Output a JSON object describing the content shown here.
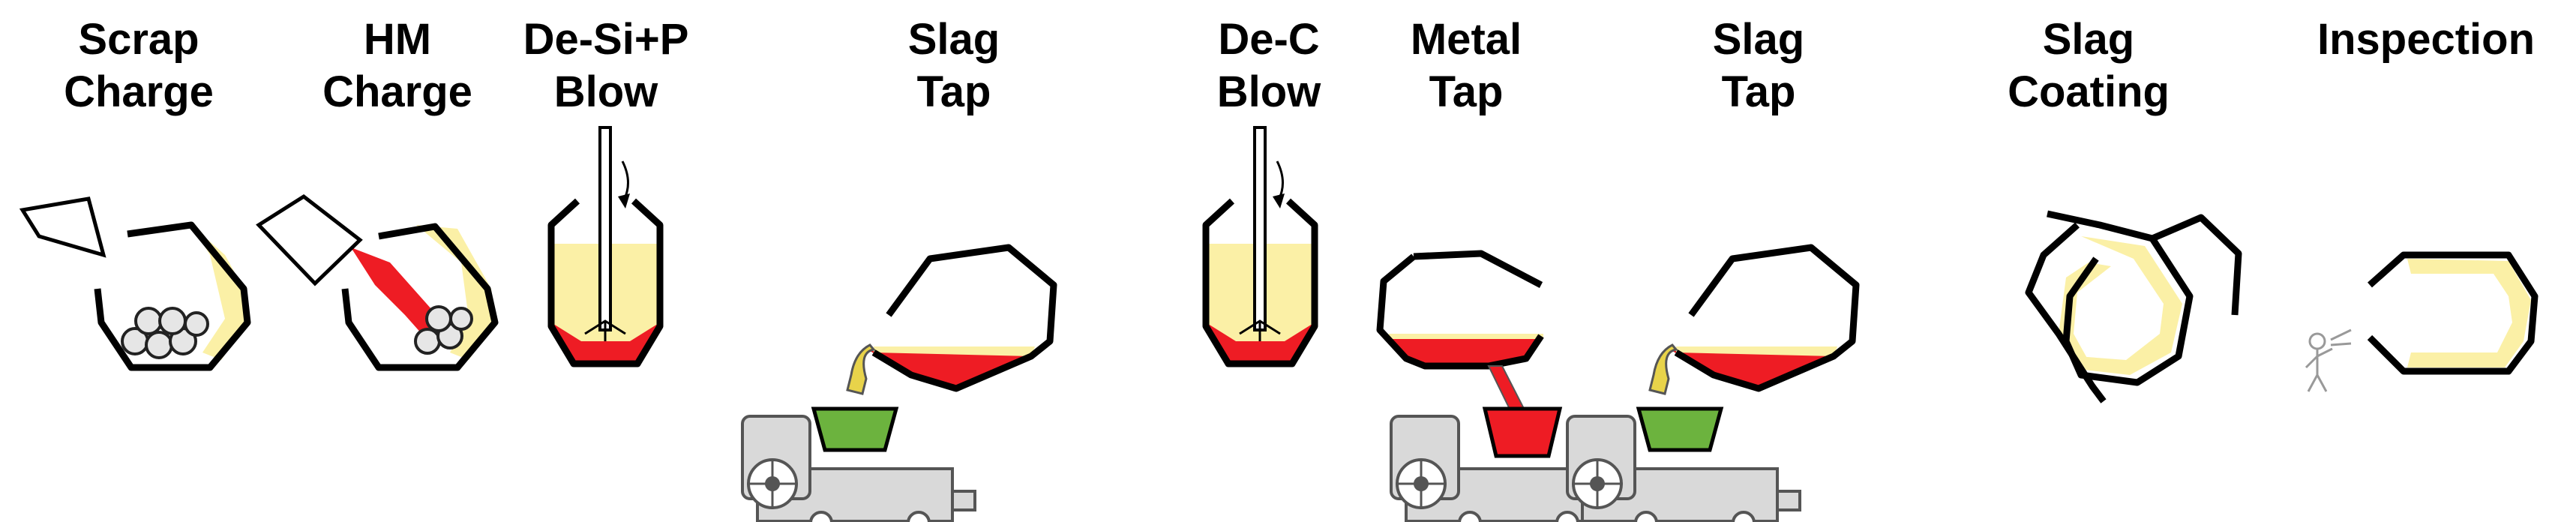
{
  "stages": [
    {
      "line1": "Scrap",
      "line2": "Charge"
    },
    {
      "line1": "HM",
      "line2": "Charge"
    },
    {
      "line1": "De-Si+P",
      "line2": "Blow"
    },
    {
      "line1": "Slag",
      "line2": "Tap"
    },
    {
      "line1": "De-C",
      "line2": "Blow"
    },
    {
      "line1": "Metal",
      "line2": "Tap"
    },
    {
      "line1": "Slag",
      "line2": "Tap"
    },
    {
      "line1": "Slag",
      "line2": "Coating"
    },
    {
      "line1": "Inspection",
      "line2": ""
    }
  ],
  "colors": {
    "slag": "#fbf0a6",
    "metal": "#ee1c24",
    "slag_pot": "#6cb33e",
    "vessel_outline": "#000000",
    "carriage": "#d9d9d9",
    "scrap": "#e6e6e6"
  }
}
